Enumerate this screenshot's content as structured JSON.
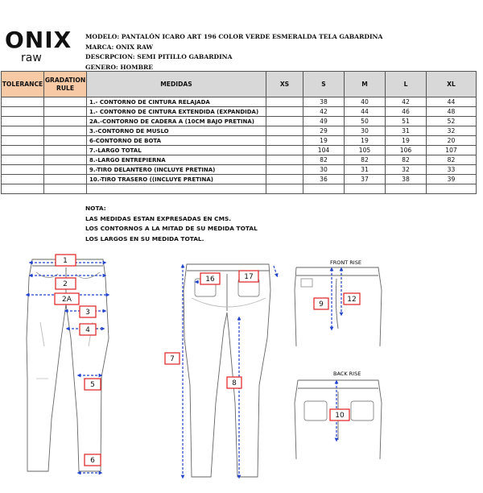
{
  "logo": {
    "brand": "ONIX",
    "sub": "raw"
  },
  "header": [
    "MODELO: PANTALÓN ICARO ART 196 COLOR VERDE ESMERALDA TELA GABARDINA",
    "MARCA: ONIX RAW",
    "DESCRPCION: SEMI PITILLO GABARDINA",
    "GENERO: HOMBRE"
  ],
  "table": {
    "columns": [
      "TOLERANCE",
      "GRADATION RULE",
      "MEDIDAS",
      "XS",
      "S",
      "M",
      "L",
      "XL"
    ],
    "rows": [
      {
        "name": "1.- CONTORNO DE CINTURA  RELAJADA",
        "xs": "",
        "s": "38",
        "m": "40",
        "l": "42",
        "xl": "44"
      },
      {
        "name": "1.- CONTORNO DE CINTURA EXTENDIDA (EXPANDIDA)",
        "xs": "",
        "s": "42",
        "m": "44",
        "l": "46",
        "xl": "48"
      },
      {
        "name": "2A.-CONTORNO DE CADERA A (10CM BAJO PRETINA)",
        "xs": "",
        "s": "49",
        "m": "50",
        "l": "51",
        "xl": "52"
      },
      {
        "name": "3.-CONTORNO DE MUSLO",
        "xs": "",
        "s": "29",
        "m": "30",
        "l": "31",
        "xl": "32"
      },
      {
        "name": "6-CONTORNO DE BOTA",
        "xs": "",
        "s": "19",
        "m": "19",
        "l": "19",
        "xl": "20"
      },
      {
        "name": "7.-LARGO TOTAL",
        "xs": "",
        "s": "104",
        "m": "105",
        "l": "106",
        "xl": "107"
      },
      {
        "name": "8.-LARGO ENTREPIERNA",
        "xs": "",
        "s": "82",
        "m": "82",
        "l": "82",
        "xl": "82"
      },
      {
        "name": "9.-TIRO DELANTERO (INCLUYE PRETINA)",
        "xs": "",
        "s": "30",
        "m": "31",
        "l": "32",
        "xl": "33"
      },
      {
        "name": "10.-TIRO TRASERO ((INCLUYE PRETINA)",
        "xs": "",
        "s": "36",
        "m": "37",
        "l": "38",
        "xl": "39"
      },
      {
        "name": "",
        "xs": "",
        "s": "",
        "m": "",
        "l": "",
        "xl": ""
      }
    ]
  },
  "notes": [
    "NOTA:",
    "LAS MEDIDAS ESTAN EXPRESADAS EN CMS.",
    "LOS CONTORNOS A LA MITAD DE SU MEDIDA TOTAL",
    "LOS LARGOS EN SU MEDIDA TOTAL."
  ],
  "diagram_labels": {
    "front": [
      "1",
      "2",
      "2A",
      "3",
      "4",
      "5",
      "6"
    ],
    "back": [
      "16",
      "17",
      "7",
      "8"
    ],
    "front_rise_title": "FRONT RISE",
    "front_rise": [
      "9",
      "12"
    ],
    "back_rise_title": "BACK RISE",
    "back_rise": [
      "10"
    ]
  },
  "colors": {
    "marker_red": "#e02020",
    "measure_blue": "#2244cc",
    "header_gray": "#d8d8d8",
    "tolerance_orange": "#f7c9a5"
  }
}
